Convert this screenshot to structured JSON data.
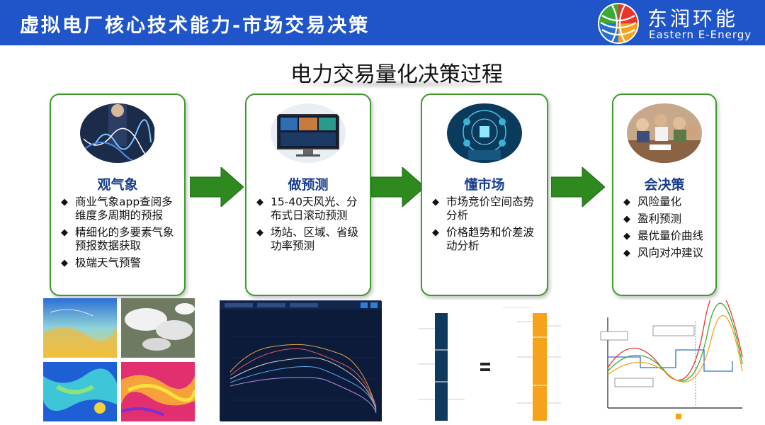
{
  "header": {
    "title": "虚拟电厂核心技术能力-市场交易决策",
    "logo_cn": "东润环能",
    "logo_en": "Eastern E-Energy"
  },
  "subtitle": "电力交易量化决策过程",
  "cards": [
    {
      "title": "观气象",
      "items": [
        "商业气象app查阅多维度多周期的预报",
        "精细化的多要素气象预报数据获取",
        "极端天气预警"
      ]
    },
    {
      "title": "做预测",
      "items": [
        "15-40天风光、分布式日滚动预测",
        "场站、区域、省级功率预测"
      ]
    },
    {
      "title": "懂市场",
      "items": [
        "市场竞价空间态势分析",
        "价格趋势和价差波动分析"
      ]
    },
    {
      "title": "会决策",
      "items": [
        "风险量化",
        "盈利预测",
        "最优量价曲线",
        "风向对冲建议"
      ]
    }
  ],
  "colors": {
    "header_bg": "#1f55c8",
    "card_border": "#3d9a2c",
    "arrow_green": "#2e8a1e",
    "card_title": "#1a3f8f"
  }
}
